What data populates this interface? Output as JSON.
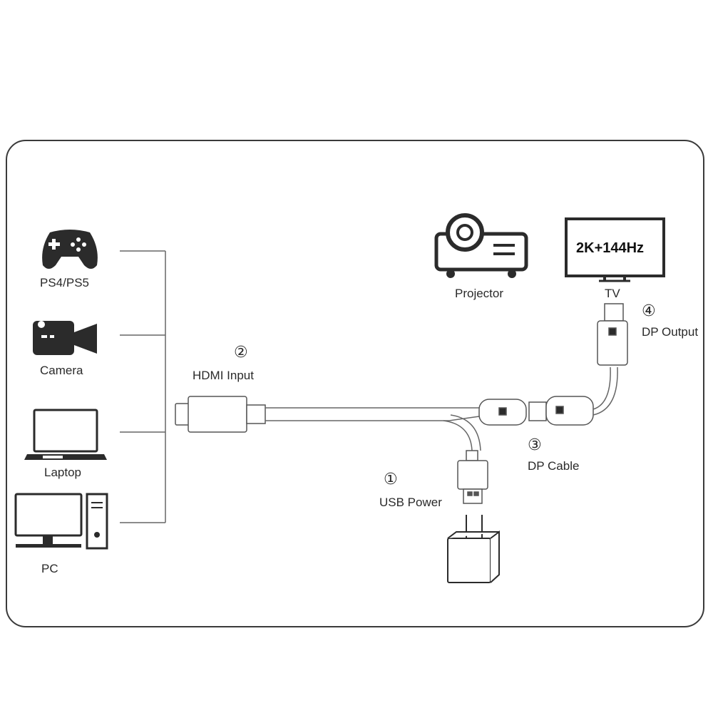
{
  "devices": {
    "ps": "PS4/PS5",
    "camera": "Camera",
    "laptop": "Laptop",
    "pc": "PC",
    "projector": "Projector",
    "tv": "TV",
    "tv_screen": "2K+144Hz"
  },
  "steps": {
    "s1_num": "①",
    "s1_label": "USB Power",
    "s2_num": "②",
    "s2_label": "HDMI Input",
    "s3_num": "③",
    "s3_label": "DP Cable",
    "s4_num": "④",
    "s4_label": "DP Output"
  }
}
